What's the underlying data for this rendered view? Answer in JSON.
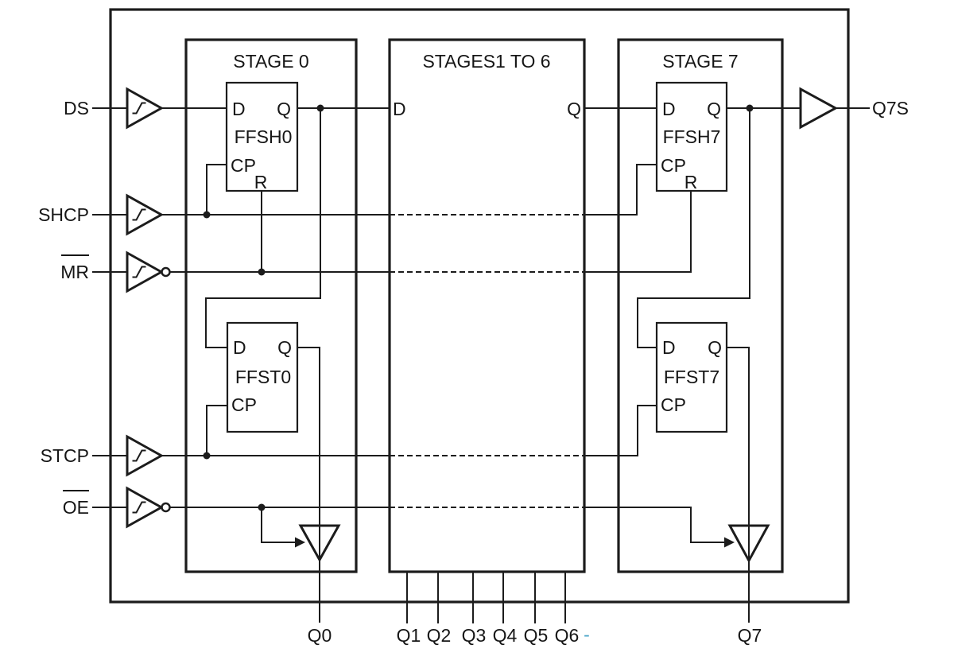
{
  "pins": {
    "left": {
      "ds": "DS",
      "shcp": "SHCP",
      "mr": "MR",
      "stcp": "STCP",
      "oe": "OE"
    },
    "right": {
      "q7s": "Q7S"
    },
    "bottom": [
      "Q0",
      "Q1",
      "Q2",
      "Q3",
      "Q4",
      "Q5",
      "Q6",
      "Q7"
    ],
    "stray_mark": "-"
  },
  "stage0": {
    "title": "STAGE 0",
    "ffsh": {
      "name": "FFSH0",
      "d": "D",
      "q": "Q",
      "cp": "CP",
      "r": "R"
    },
    "ffst": {
      "name": "FFST0",
      "d": "D",
      "q": "Q",
      "cp": "CP"
    }
  },
  "stages_mid": {
    "title": "STAGES1 TO 6",
    "d": "D",
    "q": "Q"
  },
  "stage7": {
    "title": "STAGE 7",
    "ffsh": {
      "name": "FFSH7",
      "d": "D",
      "q": "Q",
      "cp": "CP",
      "r": "R"
    },
    "ffst": {
      "name": "FFST7",
      "d": "D",
      "q": "Q",
      "cp": "CP"
    }
  },
  "colors": {
    "ink": "#1c1c1c",
    "background": "#ffffff",
    "stray_mark_color": "#4aa5c8"
  }
}
